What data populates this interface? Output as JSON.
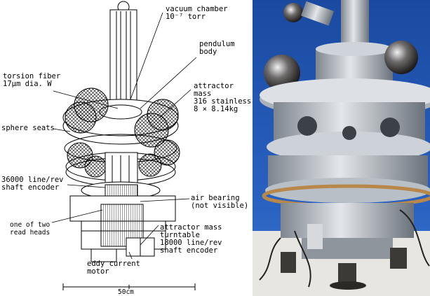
{
  "diagram": {
    "labels": {
      "vacuum_chamber": [
        "vacuum chamber",
        "10⁻⁷ torr"
      ],
      "pendulum_body": [
        "pendulum",
        "body"
      ],
      "torsion_fiber": [
        "torsion fiber",
        "17μm dia. W"
      ],
      "attractor_mass": [
        "attractor",
        "mass",
        "316 stainless",
        "8 × 8.14kg"
      ],
      "sphere_seats": [
        "sphere seats"
      ],
      "shaft_encoder_36000": [
        "36000 line/rev",
        "shaft encoder"
      ],
      "air_bearing": [
        "air bearing",
        "(not visible)"
      ],
      "read_heads": [
        "one of two",
        "read heads"
      ],
      "attractor_turntable": [
        "attractor mass",
        "turntable",
        "18000 line/rev",
        "shaft encoder"
      ],
      "eddy_current_motor": [
        "eddy current",
        "motor"
      ]
    },
    "scale_bar_label": "50cm"
  },
  "photo": {
    "colors": {
      "background": "#1c4fa6",
      "aluminum_light": "#d9dde2",
      "aluminum_mid": "#9aa2ab",
      "aluminum_dark": "#5a626b",
      "copper_ring": "#b8874a",
      "floor": "#e8e6e2"
    }
  }
}
